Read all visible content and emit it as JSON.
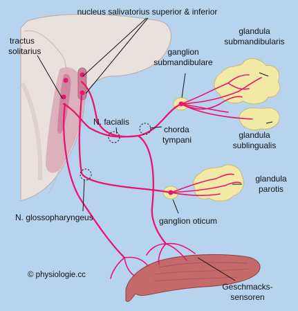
{
  "labels": {
    "nucleus": "nucleus salivatorius superior & inferior",
    "tractus_line1": "tractus",
    "tractus_line2": "solitarius",
    "glandula_submand_line1": "glandula",
    "glandula_submand_line2": "submandibularis",
    "ganglion_submand_line1": "ganglion",
    "ganglion_submand_line2": "submandibulare",
    "n_facialis": "N. facialis",
    "chorda_line1": "chorda",
    "chorda_line2": "tympani",
    "glandula_subling_line1": "glandula",
    "glandula_subling_line2": "sublingualis",
    "glandula_parotis_line1": "glandula",
    "glandula_parotis_line2": "parotis",
    "n_glosso": "N. glossopharyngeus",
    "ganglion_oticum": "ganglion oticum",
    "geschmacks_line1": "Geschmacks-",
    "geschmacks_line2": "sensoren",
    "copyright": "© physiologie.cc"
  },
  "colors": {
    "background": "#b8d3ee",
    "nerve": "#e8156e",
    "gland": "#f2e9a6",
    "brainstem": "#e9e1dd",
    "nucleus_region": "#d9a8b8",
    "tongue": "#c46a6a"
  }
}
